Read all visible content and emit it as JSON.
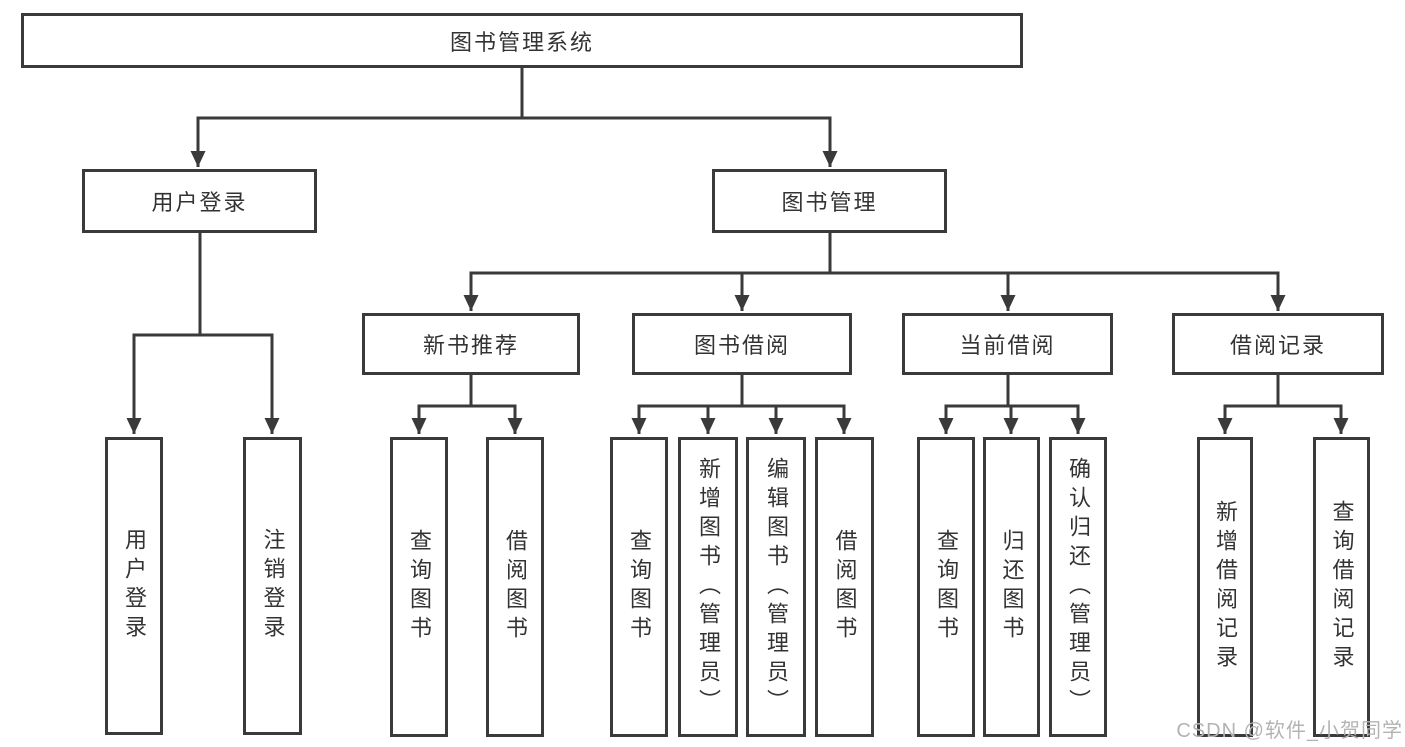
{
  "diagram": {
    "title_node": {
      "label": "图书管理系统"
    },
    "colors": {
      "line": "#3a3a3a",
      "box_border": "#3a3a3a",
      "box_fill": "#ffffff",
      "text": "#333333",
      "watermark": "#b3b3b3",
      "background": "#ffffff"
    },
    "tree": {
      "root": {
        "label": "图书管理系统"
      },
      "level1": [
        {
          "label": "用户登录"
        },
        {
          "label": "图书管理"
        }
      ],
      "level2": [
        {
          "label": "新书推荐"
        },
        {
          "label": "图书借阅"
        },
        {
          "label": "当前借阅"
        },
        {
          "label": "借阅记录"
        }
      ],
      "leaves": {
        "user_login": [
          "用户登录",
          "注销登录"
        ],
        "new_book_recommend": [
          "查询图书",
          "借阅图书"
        ],
        "book_borrow": [
          "查询图书",
          "新增图书（管理员）",
          "编辑图书（管理员）",
          "借阅图书"
        ],
        "current_borrow": [
          "查询图书",
          "归还图书",
          "确认归还（管理员）"
        ],
        "borrow_records": [
          "新增借阅记录",
          "查询借阅记录"
        ]
      }
    }
  },
  "watermark": {
    "text": "CSDN @软件_小贺同学"
  }
}
